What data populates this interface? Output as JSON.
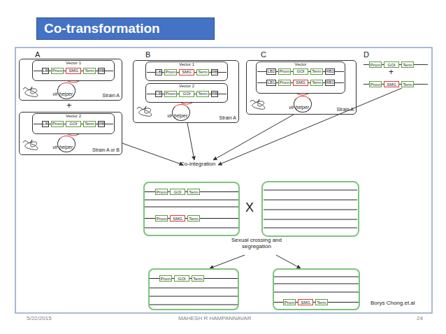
{
  "diagram": {
    "title": "Co-transformation",
    "nodes": [
      {
        "text": [
          "Strain A"
        ]
      },
      {
        "text": [
          "Vector 1"
        ],
        "in": 0
      },
      {
        "text": [
          "LB"
        ],
        "in": 1
      },
      {
        "text": [
          "Prom"
        ],
        "in": 1
      },
      {
        "text": [
          "SMG"
        ],
        "in": 1
      },
      {
        "text": [
          "Term"
        ],
        "in": 1
      },
      {
        "text": [
          "RB"
        ],
        "in": 1
      },
      {
        "text": [
          "vir helper"
        ],
        "in": 0
      },
      {
        "text": [
          "Strain A or B"
        ]
      },
      {
        "text": [
          "Vector 2"
        ],
        "in": 8
      },
      {
        "text": [
          "LB"
        ],
        "in": 9
      },
      {
        "text": [
          "Prom"
        ],
        "in": 9
      },
      {
        "text": [
          "GOI"
        ],
        "in": 9
      },
      {
        "text": [
          "Term"
        ],
        "in": 9
      },
      {
        "text": [
          "RB"
        ],
        "in": 9
      },
      {
        "text": [
          "vir helper"
        ],
        "in": 8
      },
      {
        "text": [
          "Strain A"
        ]
      },
      {
        "text": [
          "Vector 1"
        ],
        "in": 16
      },
      {
        "text": [
          "LB"
        ],
        "in": 17
      },
      {
        "text": [
          "Prom"
        ],
        "in": 17
      },
      {
        "text": [
          "SMG"
        ],
        "in": 17
      },
      {
        "text": [
          "Term"
        ],
        "in": 17
      },
      {
        "text": [
          "RB"
        ],
        "in": 17
      },
      {
        "text": [
          "Vector 2"
        ],
        "in": 16
      },
      {
        "text": [
          "LB"
        ],
        "in": 23
      },
      {
        "text": [
          "Prom"
        ],
        "in": 23
      },
      {
        "text": [
          "GOI"
        ],
        "in": 23
      },
      {
        "text": [
          "Term"
        ],
        "in": 23
      },
      {
        "text": [
          "RB"
        ],
        "in": 23
      },
      {
        "text": [
          "vir helper"
        ],
        "in": 16
      },
      {
        "text": [
          "Strain A"
        ]
      },
      {
        "text": [
          "Vector"
        ],
        "in": 30
      },
      {
        "text": [
          "LB2"
        ],
        "in": 31
      },
      {
        "text": [
          "Prom"
        ],
        "in": 31
      },
      {
        "text": [
          "GOI"
        ],
        "in": 31
      },
      {
        "text": [
          "Term"
        ],
        "in": 31
      },
      {
        "text": [
          "RB2"
        ],
        "in": 31
      },
      {
        "text": [
          "LB1"
        ],
        "in": 31
      },
      {
        "text": [
          "Prom"
        ],
        "in": 31
      },
      {
        "text": [
          "SMG"
        ],
        "in": 31
      },
      {
        "text": [
          "Term"
        ],
        "in": 31
      },
      {
        "text": [
          "RB1"
        ],
        "in": 31
      },
      {
        "text": [
          "vir helper"
        ],
        "in": 30
      },
      {
        "text": [
          "Prom"
        ]
      },
      {
        "text": [
          "GOI"
        ]
      },
      {
        "text": [
          "Term"
        ]
      },
      {
        "text": [
          "Prom"
        ]
      },
      {
        "text": [
          "SMG"
        ]
      },
      {
        "text": [
          "Term"
        ]
      },
      {
        "text": []
      },
      {
        "text": [
          "Prom"
        ],
        "in": 49
      },
      {
        "text": [
          "GOI"
        ],
        "in": 49
      },
      {
        "text": [
          "Term"
        ],
        "in": 49
      },
      {
        "text": [
          "Prom"
        ],
        "in": 49
      },
      {
        "text": [
          "SMG"
        ],
        "in": 49
      },
      {
        "text": [
          "Term"
        ],
        "in": 49
      },
      {
        "text": []
      },
      {
        "text": [
          "Prom"
        ],
        "in": 56
      },
      {
        "text": [
          "GOI"
        ],
        "in": 56
      },
      {
        "text": [
          "Term"
        ],
        "in": 56
      },
      {
        "text": []
      },
      {
        "text": [
          "Prom"
        ],
        "in": 60
      },
      {
        "text": [
          "SMG"
        ],
        "in": 60
      },
      {
        "text": [
          "Term"
        ],
        "in": 60
      }
    ],
    "labels": [
      "A",
      "+",
      "B",
      "C",
      "D",
      "+",
      "Co-integration",
      "X",
      "Sexual crossing and segregation",
      "Borys Chong.et.al",
      "5/22/2015",
      "MAHESH R HAMPANNAVAR",
      "24"
    ]
  }
}
